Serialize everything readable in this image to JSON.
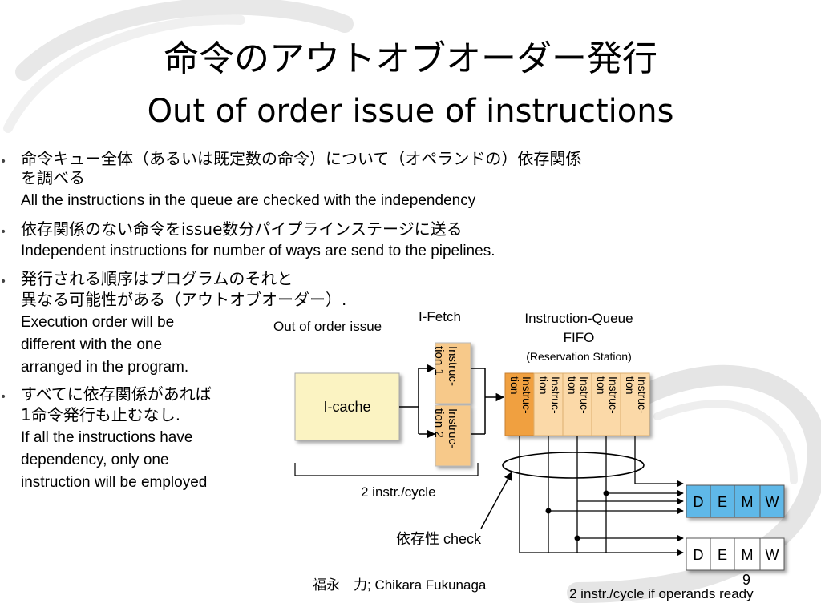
{
  "slide": {
    "title_jp": "命令のアウトオブオーダー発行",
    "title_en": "Out of order issue of instructions",
    "bullets": [
      {
        "jp1": "命令キュー全体（あるいは既定数の命令）について（オペランドの）依存関係",
        "jp2": "を調べる",
        "en": "All the instructions in the queue are checked with the independency"
      },
      {
        "jp1": "依存関係のない命令をissue数分パイプラインステージに送る",
        "en": "Independent instructions for number of ways are send to the pipelines."
      },
      {
        "jp1": "発行される順序はプログラムのそれと",
        "jp2": "異なる可能性がある（アウトオブオーダー）.",
        "en1": "Execution order will be",
        "en2": "different with the one",
        "en3": "arranged in the program."
      },
      {
        "jp1": "すべてに依存関係があれば",
        "jp2": "1命令発行も止むなし.",
        "en1": "If all the instructions have",
        "en2": "dependency, only one",
        "en3": "instruction will be employed"
      }
    ],
    "footer": "福永　力; Chikara Fukunaga",
    "page": "9"
  },
  "diagram": {
    "ooo_label": "Out of order issue",
    "ifetch_label": "I-Fetch",
    "iq_label1": "Instruction-Queue",
    "iq_label2": "FIFO",
    "iq_label3": "(Reservation Station)",
    "icache": "I-cache",
    "fetch_slot1": "Instruc-tion 1",
    "fetch_slot2": "Instruc-tion 2",
    "queue_slot": "Instruc-tion",
    "rate_fetch": "2 instr./cycle",
    "dep_check": "依存性 check",
    "rate_issue": "2 instr./cycle if operands ready",
    "stages": [
      "D",
      "E",
      "M",
      "W"
    ],
    "colors": {
      "icache": "#fbf3c2",
      "fetch": "#f7c98a",
      "queue_dark": "#f0a040",
      "queue_light": "#fbd9a8",
      "pipe_blue": "#5fb8e8"
    }
  }
}
